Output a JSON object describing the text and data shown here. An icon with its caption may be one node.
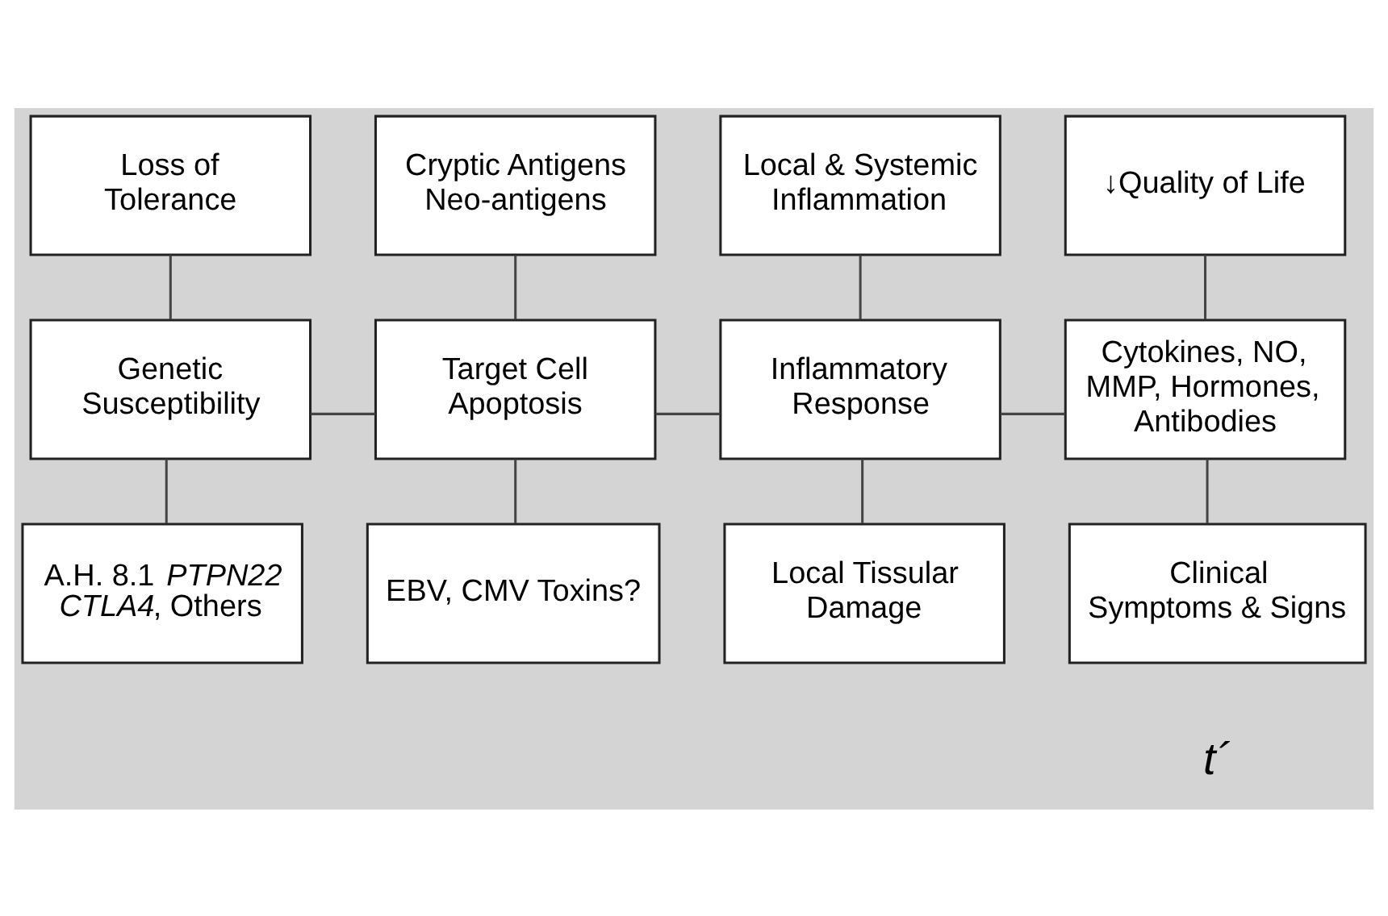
{
  "diagram": {
    "nodes": [
      {
        "text": [
          "Loss of Tolerance"
        ]
      },
      {
        "text": [
          "Cryptic Antigens Neo-antigens"
        ]
      },
      {
        "text": [
          "Local & Systemic Inflammation"
        ]
      },
      {
        "text": [
          "↓Quality of Life"
        ]
      },
      {
        "text": [
          "Genetic Susceptibility"
        ]
      },
      {
        "text": [
          "Target Cell Apoptosis"
        ]
      },
      {
        "text": [
          "Inflammatory Response"
        ]
      },
      {
        "text": [
          "Cytokines, NO, MMP, Hormones, Antibodies"
        ]
      },
      {
        "text": [
          "A.H. 8.1 *PTPN22* *CTLA4*, Others"
        ]
      },
      {
        "text": [
          "EBV, CMV Toxins?"
        ]
      },
      {
        "text": [
          "Local Tissular Damage"
        ]
      },
      {
        "text": [
          "Clinical Symptoms & Signs"
        ]
      }
    ],
    "edges": [
      {
        "from": 0,
        "to": 4,
        "arrow": "none"
      },
      {
        "from": 1,
        "to": 5,
        "arrow": "none"
      },
      {
        "from": 2,
        "to": 6,
        "arrow": "none"
      },
      {
        "from": 3,
        "to": 7,
        "arrow": "none"
      },
      {
        "from": 4,
        "to": 5,
        "arrow": "none"
      },
      {
        "from": 5,
        "to": 6,
        "arrow": "none"
      },
      {
        "from": 6,
        "to": 7,
        "arrow": "none"
      },
      {
        "from": 4,
        "to": 8,
        "arrow": "none"
      },
      {
        "from": 5,
        "to": 9,
        "arrow": "none"
      },
      {
        "from": 6,
        "to": 10,
        "arrow": "none"
      },
      {
        "from": 7,
        "to": 11,
        "arrow": "none"
      }
    ],
    "labels": [
      "t´"
    ]
  }
}
